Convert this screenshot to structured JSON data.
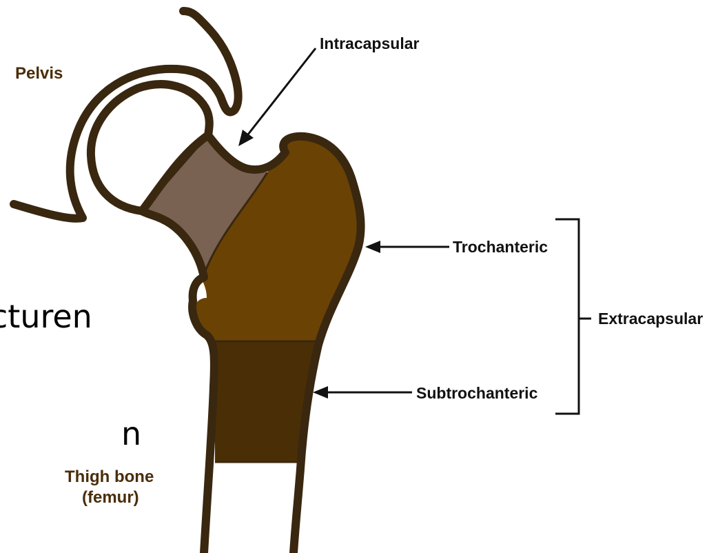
{
  "colors": {
    "outline": "#3a2710",
    "femoral_neck_fill": "#7a6252",
    "trochanteric_fill": "#6a4304",
    "subtrochanteric_fill": "#4a2e06",
    "region_label": "#4a2e0a",
    "annotation": "#111111"
  },
  "background_text": {
    "line1": "cturen",
    "line2": "n"
  },
  "labels": {
    "pelvis": "Pelvis",
    "thigh_bone_line1": "Thigh bone",
    "thigh_bone_line2": "(femur)",
    "intracapsular": "Intracapsular",
    "trochanteric": "Trochanteric",
    "subtrochanteric": "Subtrochanteric",
    "extracapsular": "Extracapsular"
  }
}
